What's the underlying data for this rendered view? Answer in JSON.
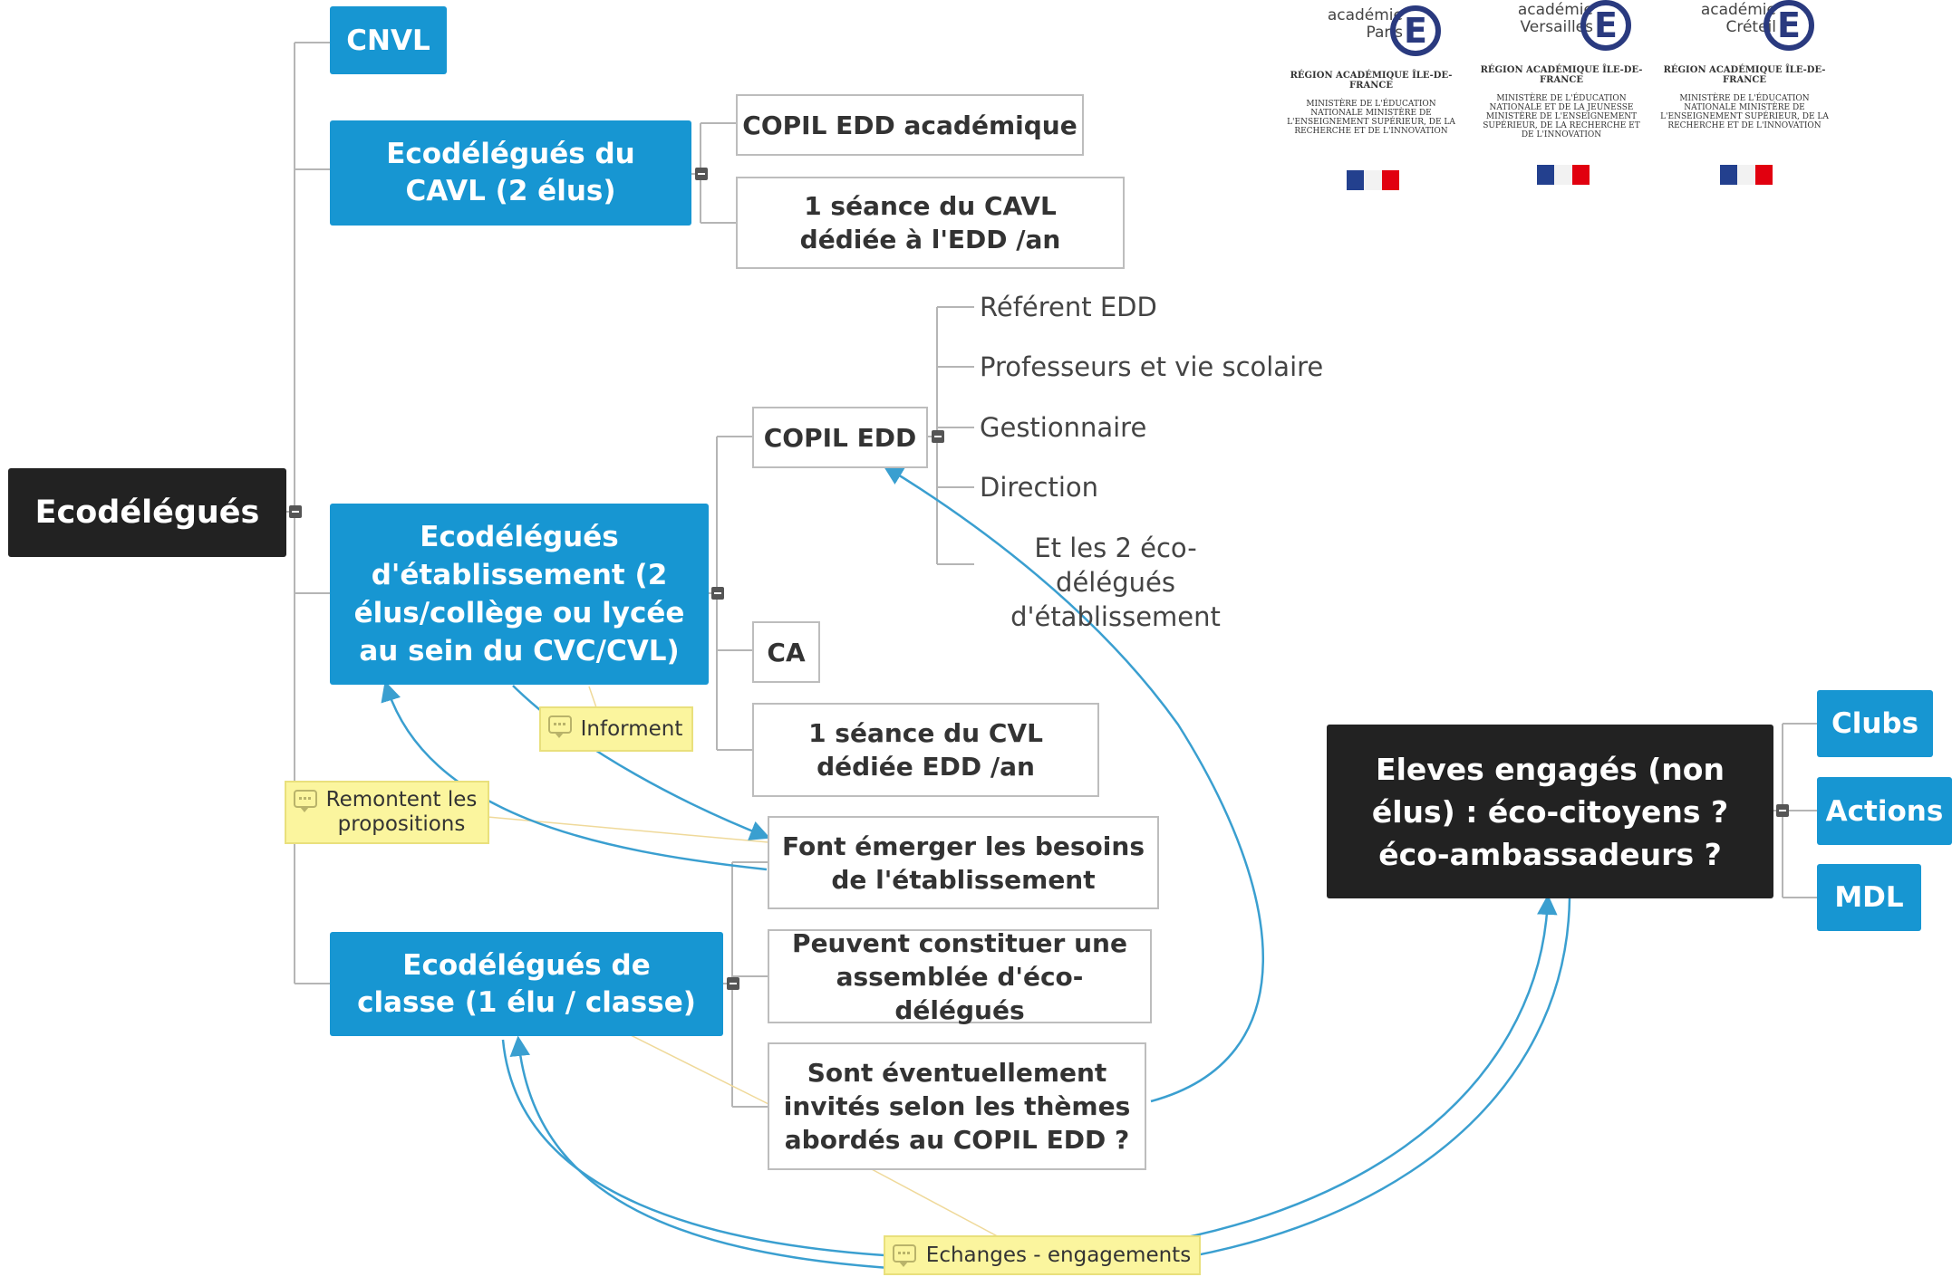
{
  "nodes": {
    "root": "Ecodélégués",
    "cnvl": "CNVL",
    "cavl": "Ecodélégués du CAVL (2 élus)",
    "copil_academique": "COPIL EDD académique",
    "seance_cavl": "1 séance du CAVL dédiée à l'EDD /an",
    "etablissement": "Ecodélégués d'établissement (2 élus/collège ou lycée au sein du CVC/CVL)",
    "copil_edd": "COPIL EDD",
    "copil_members": [
      "Référent EDD",
      "Professeurs et vie scolaire",
      "Gestionnaire",
      "Direction",
      "Et les 2 éco-délégués d'établissement"
    ],
    "ca": "CA",
    "seance_cvl": "1 séance du CVL dédiée EDD /an",
    "classe": "Ecodélégués de classe (1 élu / classe)",
    "besoins": "Font émerger les besoins de l'établissement",
    "assemblee": "Peuvent constituer une assemblée d'éco-délégués",
    "invites": "Sont éventuellement invités selon les thèmes abordés au COPIL EDD ?",
    "engages": "Eleves engagés (non élus) : éco-citoyens ? éco-ambassadeurs ?",
    "clubs": "Clubs",
    "actions": "Actions",
    "mdl": "MDL"
  },
  "notes": {
    "informent": "Informent",
    "remontent": "Remontent les propositions",
    "echanges": "Echanges - engagements"
  },
  "logos": [
    {
      "academie": "académie Paris",
      "region": "RÉGION ACADÉMIQUE ÎLE-DE-FRANCE",
      "ministere": "MINISTÈRE DE L'ÉDUCATION NATIONALE MINISTÈRE DE L'ENSEIGNEMENT SUPÉRIEUR, DE LA RECHERCHE ET DE L'INNOVATION"
    },
    {
      "academie": "académie Versailles",
      "region": "RÉGION ACADÉMIQUE ÎLE-DE-FRANCE",
      "ministere": "MINISTÈRE DE L'ÉDUCATION NATIONALE ET DE LA JEUNESSE MINISTÈRE DE L'ENSEIGNEMENT SUPÉRIEUR, DE LA RECHERCHE ET DE L'INNOVATION"
    },
    {
      "academie": "académie Créteil",
      "region": "RÉGION ACADÉMIQUE ÎLE-DE-FRANCE",
      "ministere": "MINISTÈRE DE L'ÉDUCATION NATIONALE MINISTÈRE DE L'ENSEIGNEMENT SUPÉRIEUR, DE LA RECHERCHE ET DE L'INNOVATION"
    }
  ],
  "colors": {
    "primary_blue": "#1796d2",
    "dark": "#222222",
    "note_yellow": "#fbf59e",
    "arrow": "#3a9fd0",
    "connector": "#b5b5b5"
  }
}
